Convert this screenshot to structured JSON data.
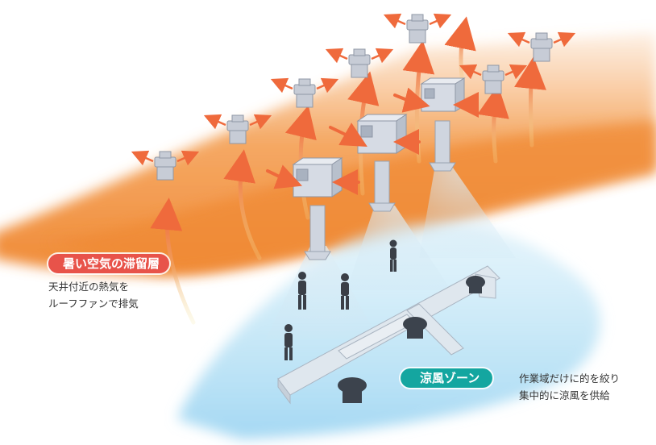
{
  "labels": {
    "hot_zone_title": "暑い空気の滞留層",
    "hot_zone_desc_line1": "天井付近の熱気を",
    "hot_zone_desc_line2": "ルーフファンで排気",
    "cool_zone_title": "涼風ゾーン",
    "cool_zone_desc_line1": "作業域だけに的を絞り",
    "cool_zone_desc_line2": "集中的に涼風を供給"
  },
  "colors": {
    "hot_layer": "#f39a4a",
    "hot_label_bg": "#e8534a",
    "cool_zone": "#bfe4f7",
    "cool_label_bg": "#14a6a0",
    "arrow": "#ef6a3c"
  },
  "icons": [
    "roof-fan-icon",
    "cooler-unit-icon",
    "worker-icon",
    "duct-icon",
    "arrow-icon"
  ]
}
